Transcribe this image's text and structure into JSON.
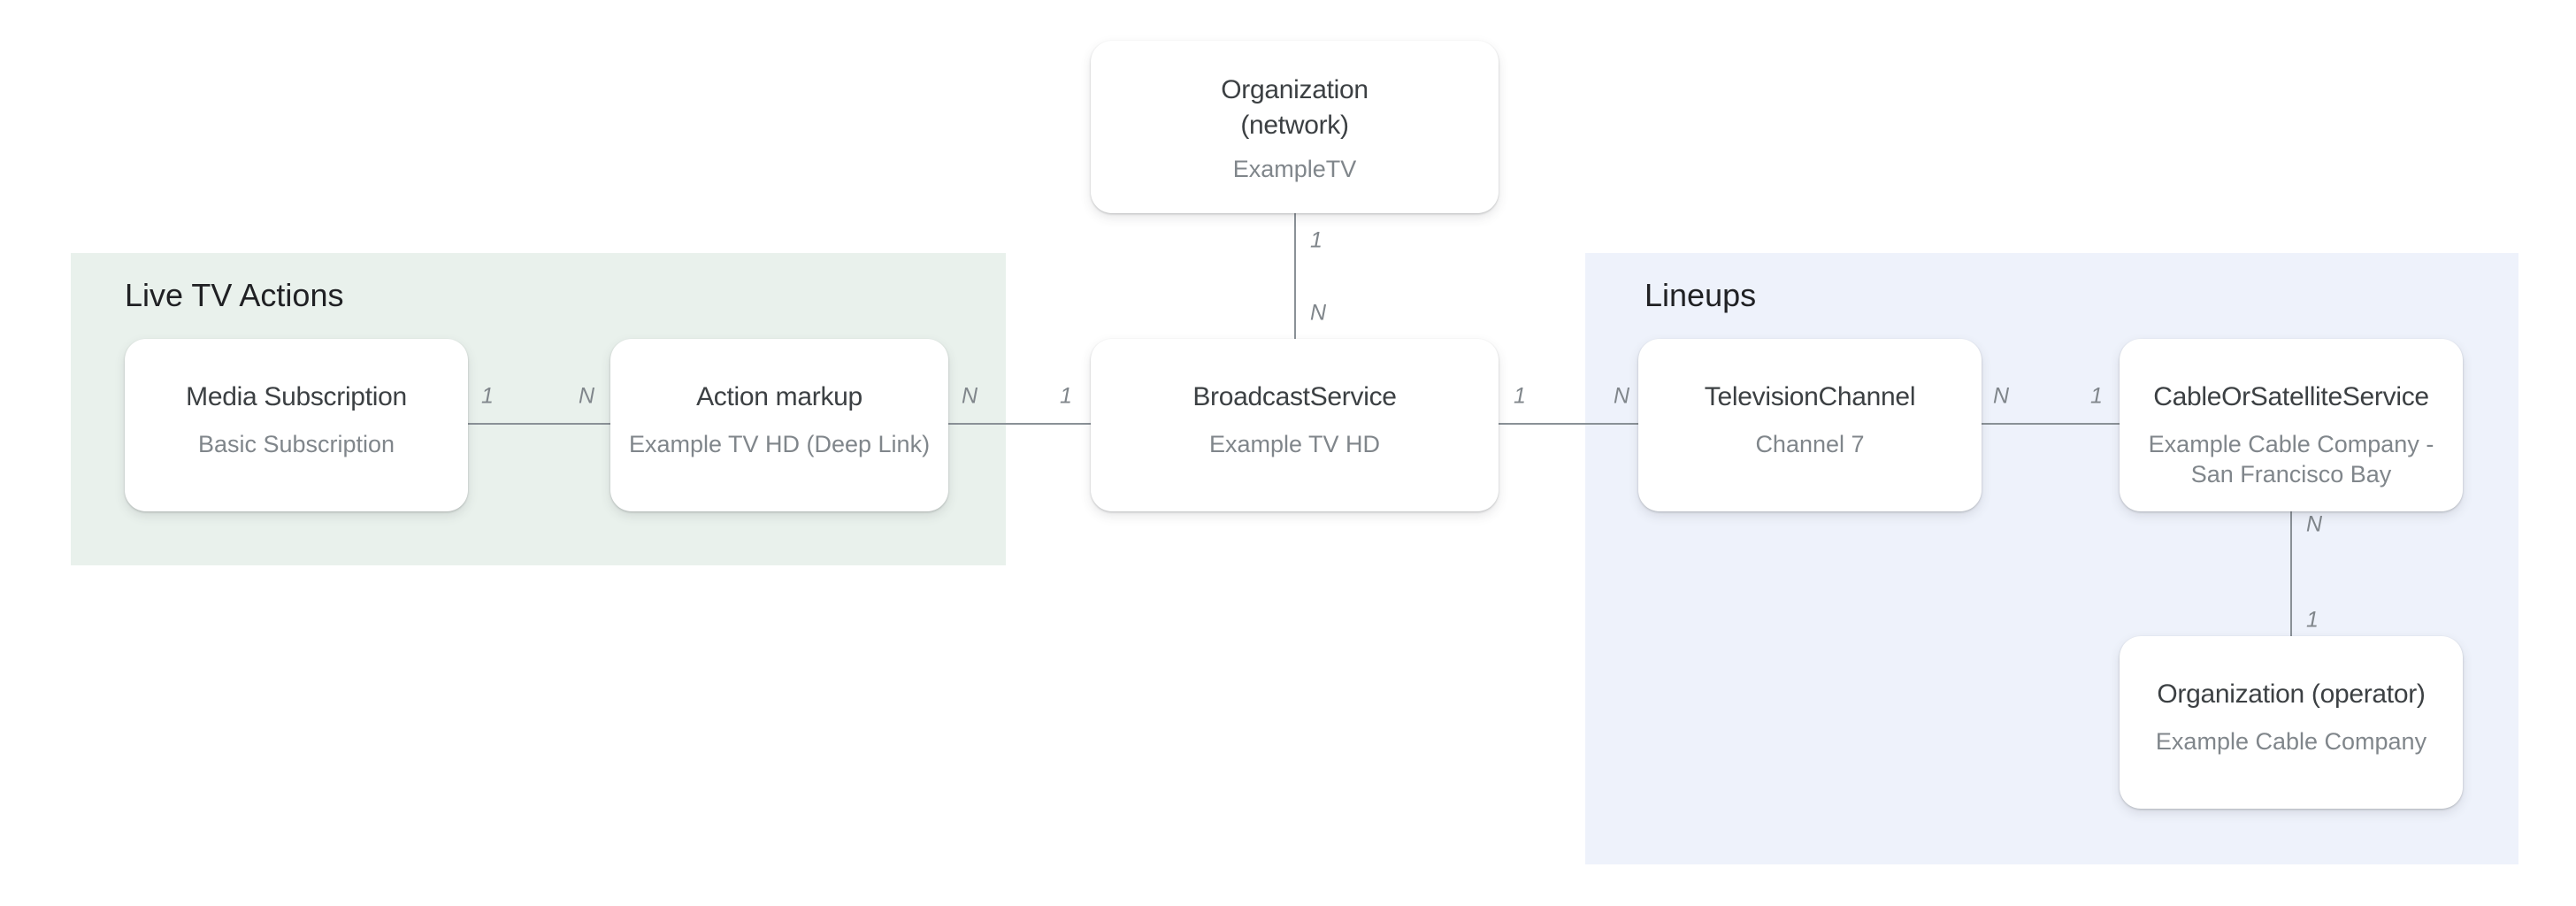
{
  "diagram": {
    "regions": {
      "live_tv_actions": {
        "label": "Live TV Actions",
        "bg_color": "#E9F1EC"
      },
      "lineups": {
        "label": "Lineups",
        "bg_color": "#EEF2FB"
      }
    },
    "nodes": {
      "organization_network": {
        "title_line1": "Organization",
        "title_line2": "(network)",
        "subtitle": "ExampleTV"
      },
      "media_subscription": {
        "title": "Media Subscription",
        "subtitle": "Basic Subscription"
      },
      "action_markup": {
        "title": "Action markup",
        "subtitle": "Example TV HD (Deep Link)"
      },
      "broadcast_service": {
        "title": "BroadcastService",
        "subtitle": "Example TV HD"
      },
      "television_channel": {
        "title": "TelevisionChannel",
        "subtitle": "Channel 7"
      },
      "cable_or_satellite_service": {
        "title": "CableOrSatelliteService",
        "subtitle_line1": "Example Cable Company -",
        "subtitle_line2": "San Francisco Bay"
      },
      "organization_operator": {
        "title": "Organization (operator)",
        "subtitle": "Example Cable Company"
      }
    },
    "edges": {
      "media_subscription_to_action_markup": {
        "from_cardinality": "1",
        "to_cardinality": "N"
      },
      "action_markup_to_broadcast_service": {
        "from_cardinality": "N",
        "to_cardinality": "1"
      },
      "organization_network_to_broadcast_service": {
        "from_cardinality": "1",
        "to_cardinality": "N"
      },
      "broadcast_service_to_television_channel": {
        "from_cardinality": "1",
        "to_cardinality": "N"
      },
      "television_channel_to_cable_or_satellite_service": {
        "from_cardinality": "N",
        "to_cardinality": "1"
      },
      "cable_or_satellite_service_to_organization_operator": {
        "from_cardinality": "N",
        "to_cardinality": "1"
      }
    },
    "colors": {
      "page_background": "#FFFFFF",
      "live_tv_actions_region": "#E9F1EC",
      "lineups_region": "#EEF2FB",
      "card_background": "#FFFFFF",
      "heading_text": "#202124",
      "title_text": "#3C4043",
      "subtitle_text": "#80868B",
      "cardinality_text": "#80868B",
      "connector_line": "#8A9197"
    }
  }
}
